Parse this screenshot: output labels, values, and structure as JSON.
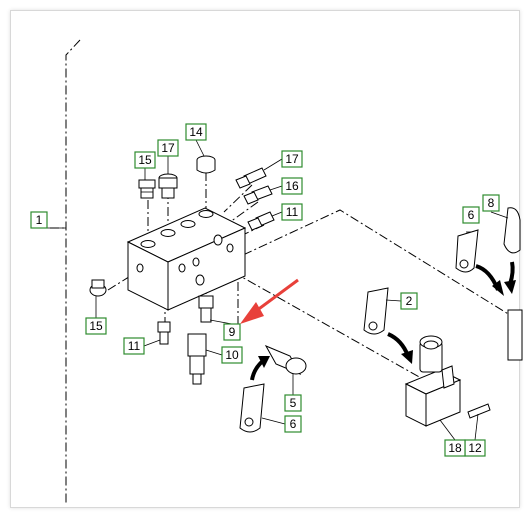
{
  "callouts": [
    {
      "id": "c1",
      "label": "1"
    },
    {
      "id": "c2",
      "label": "2"
    },
    {
      "id": "c5",
      "label": "5"
    },
    {
      "id": "c6a",
      "label": "6"
    },
    {
      "id": "c6b",
      "label": "6"
    },
    {
      "id": "c8",
      "label": "8"
    },
    {
      "id": "c9",
      "label": "9"
    },
    {
      "id": "c10",
      "label": "10"
    },
    {
      "id": "c11a",
      "label": "11"
    },
    {
      "id": "c11b",
      "label": "11"
    },
    {
      "id": "c12",
      "label": "12"
    },
    {
      "id": "c14",
      "label": "14"
    },
    {
      "id": "c15a",
      "label": "15"
    },
    {
      "id": "c15b",
      "label": "15"
    },
    {
      "id": "c16",
      "label": "16"
    },
    {
      "id": "c17a",
      "label": "17"
    },
    {
      "id": "c17b",
      "label": "17"
    },
    {
      "id": "c18",
      "label": "18"
    }
  ],
  "colors": {
    "callout_border": "#2e8b2e",
    "arrow_highlight": "#e8403a",
    "line_art": "#000000"
  }
}
